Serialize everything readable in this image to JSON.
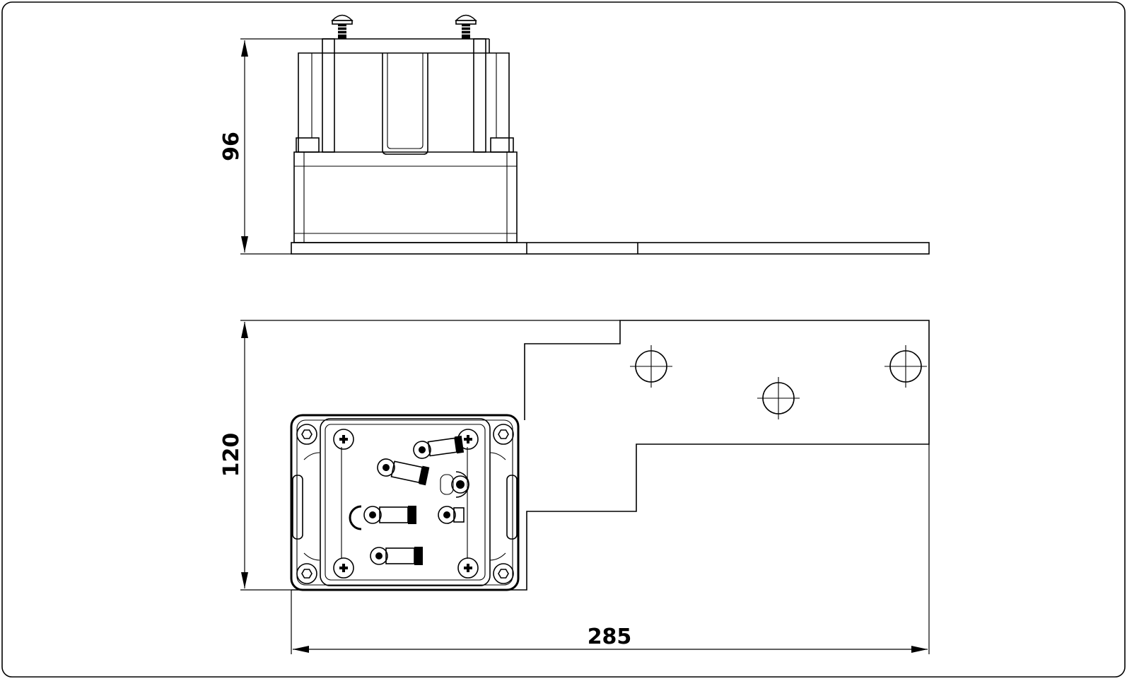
{
  "dimensions": {
    "height": "96",
    "depth": "120",
    "width": "285"
  },
  "icons": {
    "side_view": "enclosure-side-elevation",
    "top_view": "enclosure-top-plan",
    "mounting_holes": "crosshair-hole"
  },
  "colors": {
    "line": "#000000",
    "background": "#ffffff"
  }
}
